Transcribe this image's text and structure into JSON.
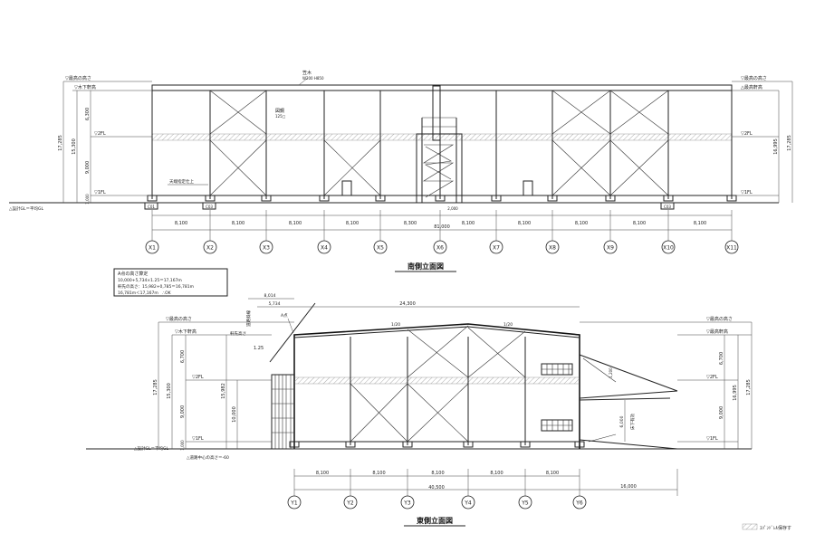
{
  "south": {
    "title": "南側立面図",
    "total_width": "81,000",
    "spans": [
      "8,100",
      "8,100",
      "8,100",
      "8,100",
      "8,300",
      "8,100",
      "8,100",
      "8,100",
      "8,100",
      "8,100"
    ],
    "grids": [
      "X1",
      "X2",
      "X3",
      "X4",
      "X5",
      "X6",
      "X7",
      "X8",
      "X9",
      "X10",
      "X11"
    ],
    "left_levels": [
      "▽最高の高さ",
      "▽木下軒高",
      "▽2FL",
      "▽1FL"
    ],
    "right_levels": [
      "▽最高の高さ",
      "△最高軒高",
      "▽2FL",
      "▽1FL"
    ],
    "left_dims": [
      "6,300",
      "9,000",
      "1,000",
      "15,300",
      "17,285"
    ],
    "right_dims": [
      "16,995",
      "17,285"
    ],
    "ground_label": "△設計GL＝平均GL",
    "notes": {
      "parapet": "笠木",
      "parapet_sub": "W200 H850",
      "column": "図鋼",
      "column_sub": "125□",
      "base": "天端指定仕上",
      "center": "2,000"
    },
    "base_tags": [
      "C01",
      "C03",
      "C03"
    ]
  },
  "east": {
    "title": "東側立面図",
    "total_width": "40,500",
    "spans": [
      "8,100",
      "8,100",
      "8,100",
      "8,100",
      "8,100",
      "16,000"
    ],
    "grids": [
      "Y1",
      "Y2",
      "Y3",
      "Y4",
      "Y5",
      "Y6"
    ],
    "top_dims": [
      "8,014",
      "5,734",
      "24,300"
    ],
    "slopes": [
      "1/20",
      "1/20"
    ],
    "calc_title": "A点の高さ算定",
    "calc_lines": [
      "10,000+5,734×1.25＝17,167m",
      "軒先の高さ：15,982+0,785＝16,781m",
      "16,781m＜17,167m　∴OK"
    ],
    "left_levels": [
      "▽最高の高さ",
      "▽木下軒高",
      "▽2FL",
      "▽1FL"
    ],
    "right_levels": [
      "▽最高の高さ",
      "▽最高軒高",
      "▽2FL",
      "▽1FL"
    ],
    "left_dims": [
      "6,700",
      "9,000",
      "1,000",
      "15,300",
      "17,285",
      "15,982",
      "10,000"
    ],
    "right_dims": [
      "6,700",
      "9,000",
      "16,995",
      "17,285"
    ],
    "notes": {
      "slope_label": "1.25",
      "a_point": "A点",
      "oblique": "道路斜線",
      "eave": "軒先高さ",
      "canopy": "1,200",
      "canopy_dim": "6,000",
      "canopy_sub": "床下有効"
    },
    "ground_labels": [
      "△設計GL＝平均GL",
      "△道路中心の高さ＝-60"
    ]
  },
  "legend": {
    "label": "ｽﾊﾟﾝﾄﾞﾚﾙ保存す"
  }
}
